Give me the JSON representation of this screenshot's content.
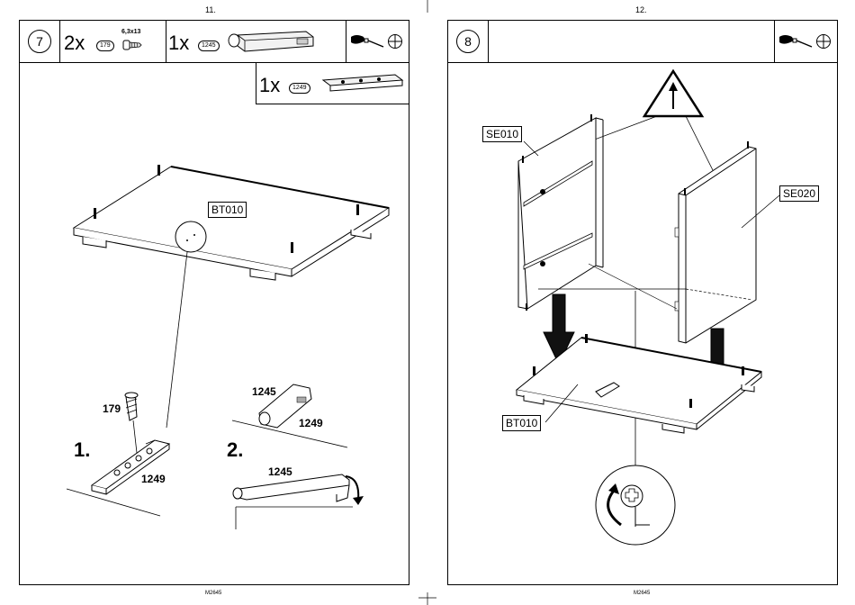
{
  "pages": [
    {
      "page_number": "11.",
      "step_number": "7",
      "parts": [
        {
          "qty": "2x",
          "code": "179",
          "spec": "6,3x13"
        },
        {
          "qty": "1x",
          "code": "1245"
        },
        {
          "qty": "1x",
          "code": "1249"
        }
      ],
      "board_label": "BT010",
      "detail_labels": {
        "screw": "179",
        "catch": "1249",
        "latch_1": "1245",
        "latch_1_part": "1249",
        "latch_2": "1245"
      },
      "substeps": [
        "1.",
        "2."
      ],
      "footer": "M2645"
    },
    {
      "page_number": "12.",
      "step_number": "8",
      "labels": {
        "left_side": "SE010",
        "right_side": "SE020",
        "base": "BT010"
      },
      "footer": "M2645"
    }
  ],
  "icons": [
    "screwdriver-icon",
    "phillips-head-icon",
    "warning-arrow-icon",
    "rotate-arrow-icon",
    "down-arrow-icon"
  ]
}
